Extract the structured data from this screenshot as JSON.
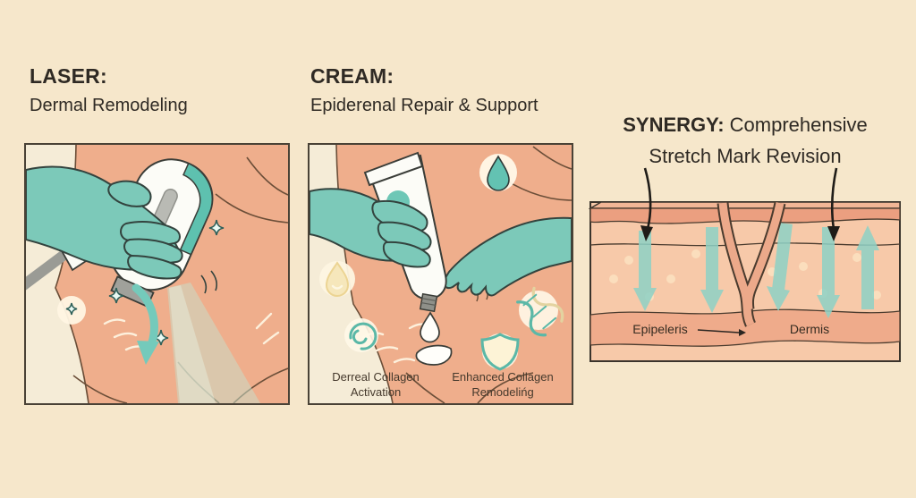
{
  "palette": {
    "background": "#f6e7cb",
    "ink": "#2f2a24",
    "skin": "#efae8c",
    "skin_light": "#f7c9a9",
    "skin_deep": "#eb9f80",
    "cream_body": "#f5ecd7",
    "teal": "#5fc0ae",
    "teal_glove": "#7cc9b9",
    "teal_arrow": "#8ed2c6",
    "outline": "#4a3b2e"
  },
  "laser_panel": {
    "title": "LASER:",
    "subtitle": "Dermal Remodeling"
  },
  "cream_panel": {
    "title": "CREAM:",
    "subtitle": "Epiderenal Repair & Support",
    "label_left": "Derreal Collagen Activation",
    "label_right": "Enhanced Collagen Remodelińg"
  },
  "synergy_panel": {
    "title_bold": "SYNERGY:",
    "title_regular": "Comprehensive",
    "title_line2": "Stretch Mark Revision",
    "label_epidermis": "Epipeleris",
    "label_dermis": "Dermis"
  }
}
